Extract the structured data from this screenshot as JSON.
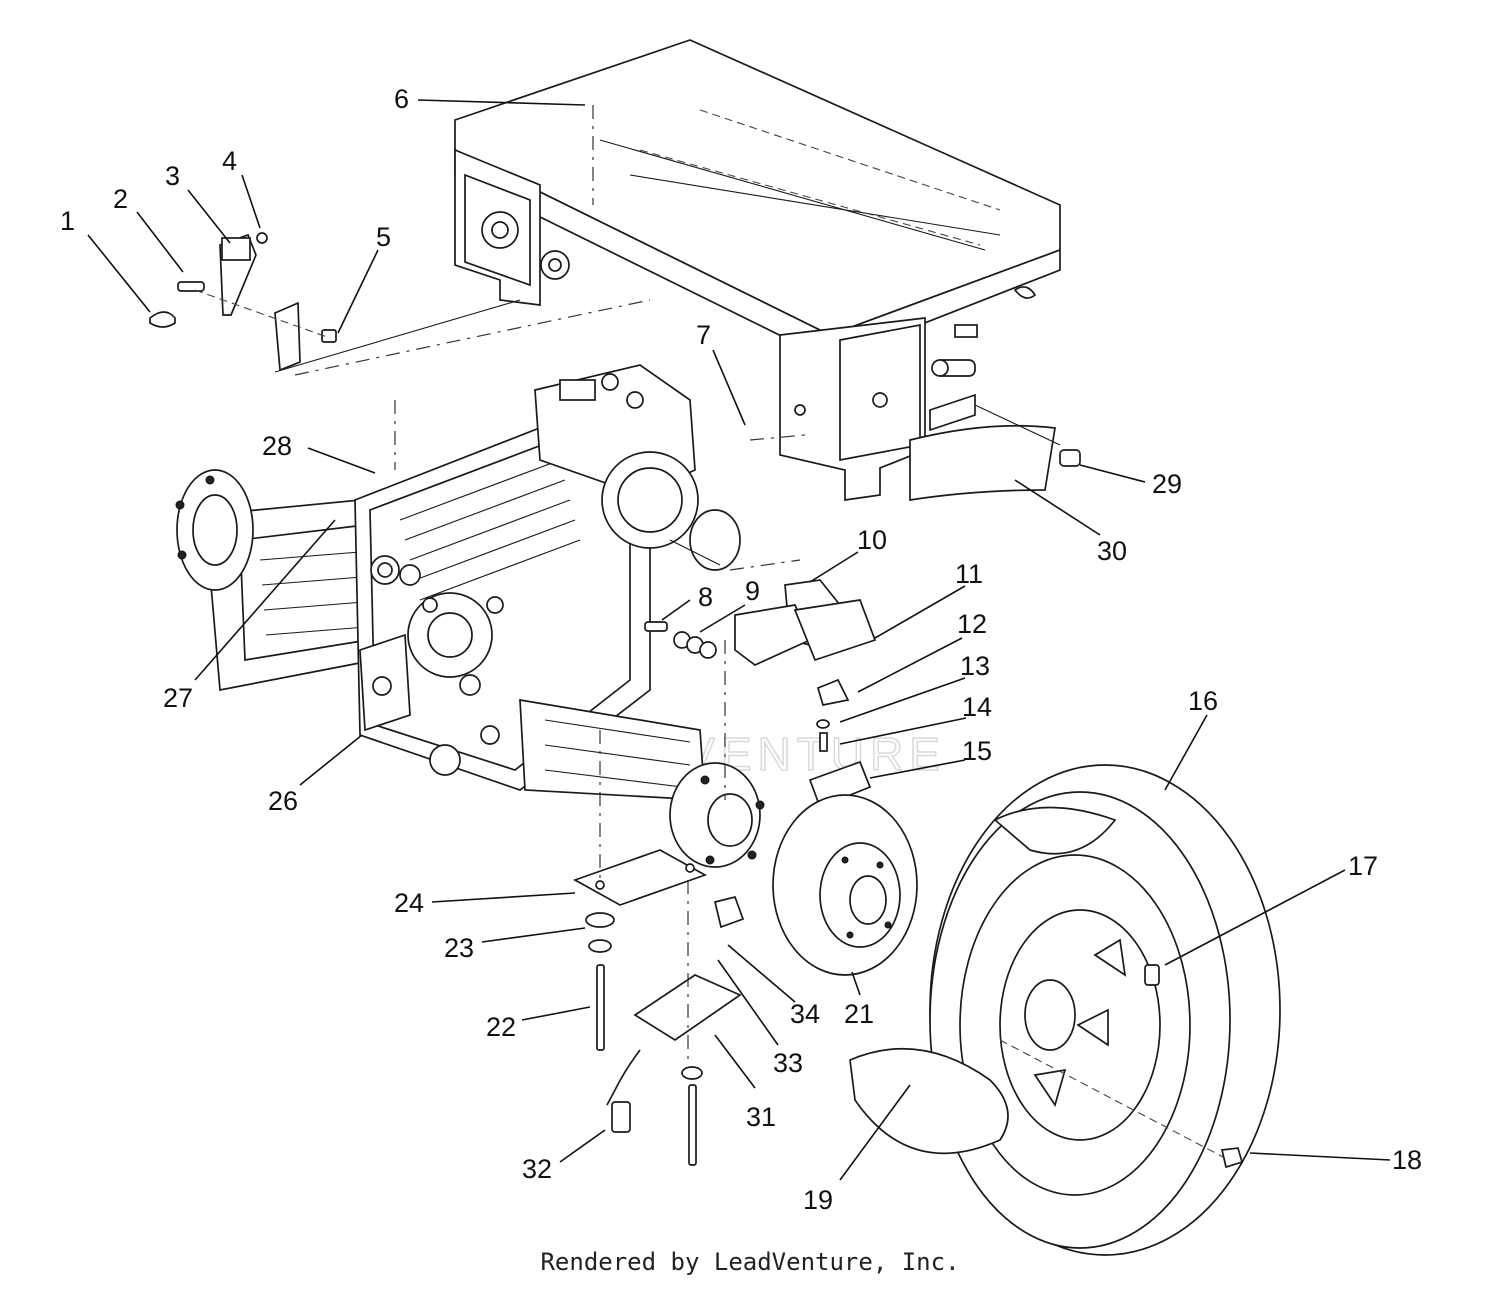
{
  "diagram": {
    "credit": "Rendered by LeadVenture, Inc.",
    "watermark": "LEADVENTURE",
    "callouts": [
      "1",
      "2",
      "3",
      "4",
      "5",
      "6",
      "7",
      "8",
      "9",
      "10",
      "11",
      "12",
      "13",
      "14",
      "15",
      "16",
      "17",
      "18",
      "19",
      "21",
      "22",
      "23",
      "24",
      "26",
      "27",
      "28",
      "29",
      "30",
      "31",
      "32",
      "33",
      "34"
    ]
  }
}
